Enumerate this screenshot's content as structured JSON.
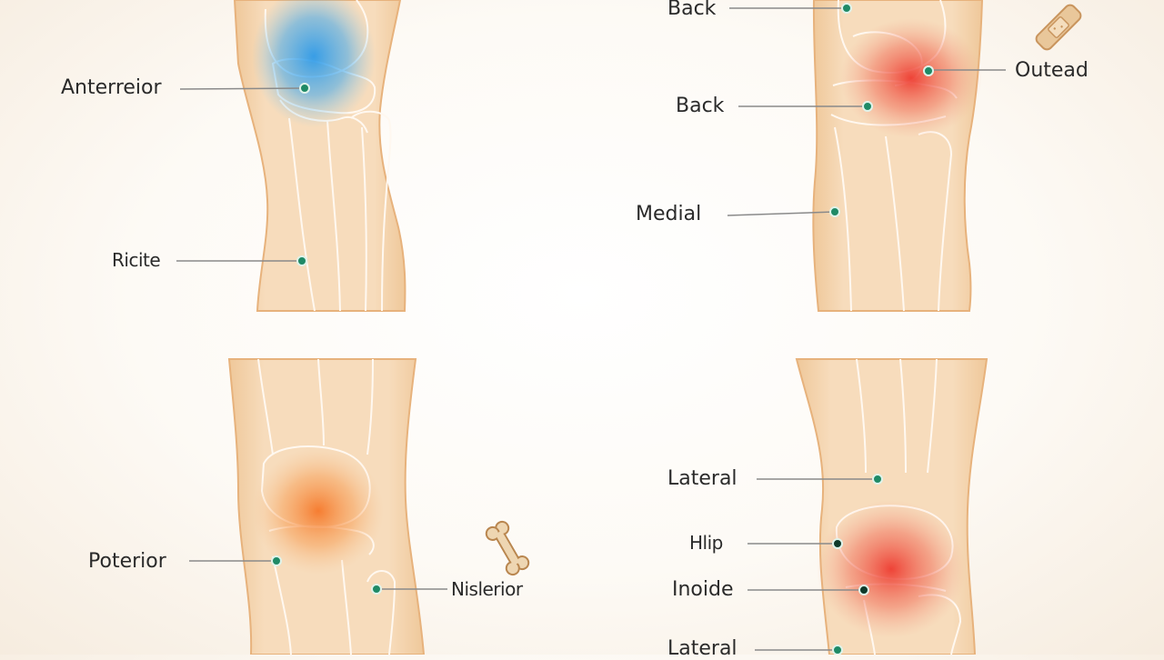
{
  "colors": {
    "skin": "#f6d9b4",
    "skin_edge": "#e9b985",
    "bone_line": "#fff7ee",
    "dot": "#1f8a66",
    "leader": "#7a7a7a",
    "pain_blue": "#2e9ae8",
    "pain_red": "#ee4a3a",
    "pain_orange": "#f6852e"
  },
  "panels": [
    {
      "id": "top-left",
      "pain_color": "blue",
      "labels": [
        {
          "key": "anterior",
          "text": "Anterreior"
        },
        {
          "key": "ricite",
          "text": "Ricite"
        }
      ]
    },
    {
      "id": "top-right",
      "pain_color": "red",
      "labels": [
        {
          "key": "back_top",
          "text": "Back"
        },
        {
          "key": "outead",
          "text": "Outead"
        },
        {
          "key": "back_mid",
          "text": "Back"
        },
        {
          "key": "medial",
          "text": "Medial"
        }
      ],
      "icon": "bandage-icon"
    },
    {
      "id": "bottom-left",
      "pain_color": "orange",
      "labels": [
        {
          "key": "poterior",
          "text": "Poterior"
        },
        {
          "key": "nislerior",
          "text": "Nislerior"
        }
      ],
      "icon": "bone-icon"
    },
    {
      "id": "bottom-right",
      "pain_color": "red",
      "labels": [
        {
          "key": "lateral_top",
          "text": "Lateral"
        },
        {
          "key": "hlip",
          "text": "Hlip"
        },
        {
          "key": "inside",
          "text": "Inoide"
        },
        {
          "key": "lateral_bottom",
          "text": "Lateral"
        }
      ]
    }
  ]
}
